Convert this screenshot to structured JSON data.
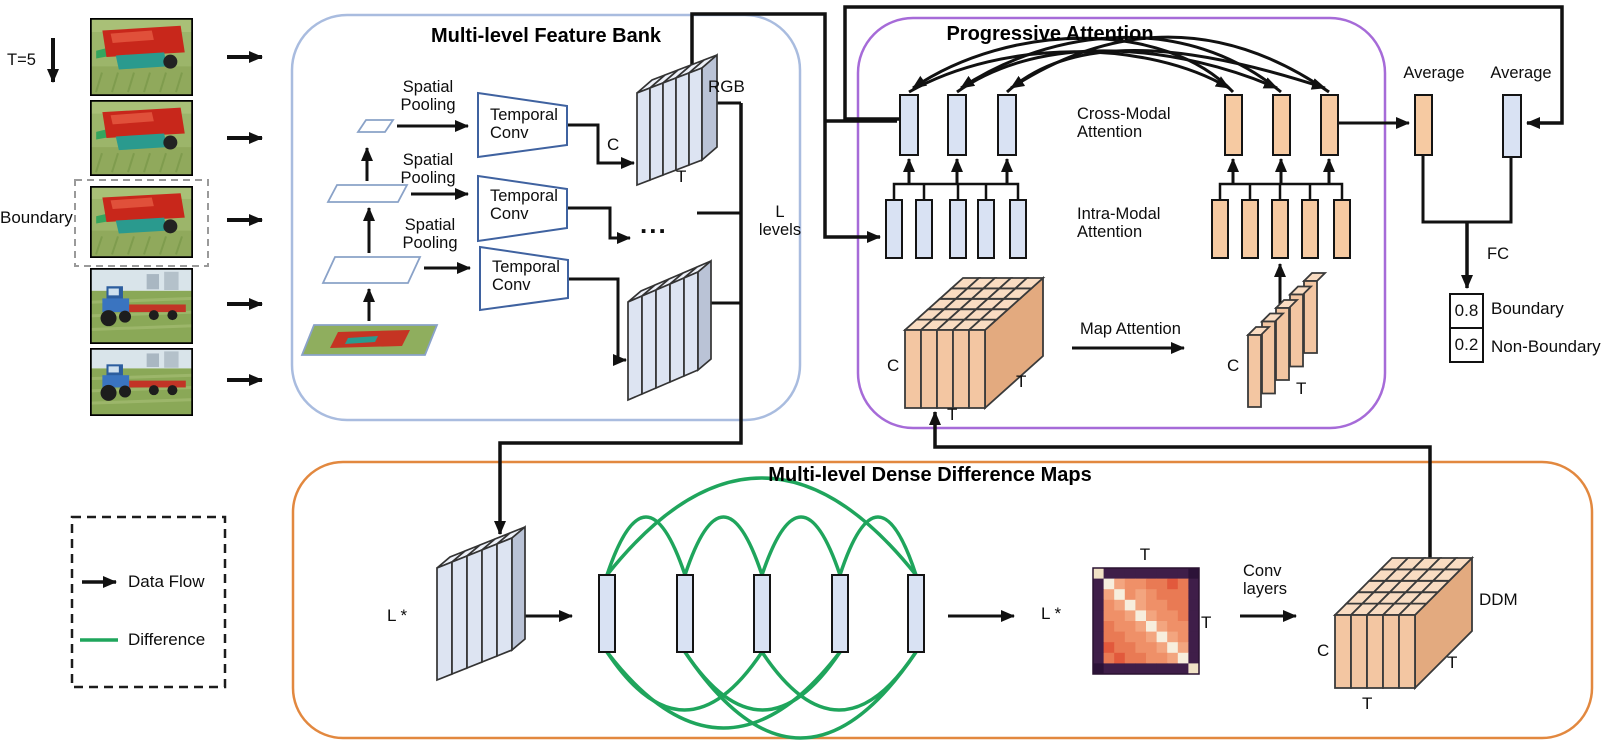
{
  "input": {
    "t_label": "T=5",
    "boundary_label": "Boundary",
    "frames": [
      {
        "scene": "mower"
      },
      {
        "scene": "mower"
      },
      {
        "scene": "mower"
      },
      {
        "scene": "tractor"
      },
      {
        "scene": "tractor"
      }
    ]
  },
  "feature_bank": {
    "title": "Multi-level Feature Bank",
    "pooling_label": "Spatial\nPooling",
    "conv_label": "Temporal\nConv",
    "c_label": "C",
    "t_label": "T",
    "rgb_label": "RGB",
    "ellipsis": "...",
    "l_levels_label": "L\nlevels",
    "stack_slats": 5
  },
  "progressive_attention": {
    "title": "Progressive Attention",
    "cross_modal_label": "Cross-Modal\nAttention",
    "intra_modal_label": "Intra-Modal\nAttention",
    "map_attention_label": "Map Attention",
    "cross_modal_count": 3,
    "intra_modal_count": 5,
    "cube": {
      "c": "C",
      "t_bottom": "T",
      "t_side": "T"
    },
    "slab": {
      "c": "C",
      "t": "T"
    }
  },
  "head": {
    "average_left": "Average",
    "average_right": "Average",
    "fc_label": "FC",
    "scores": [
      {
        "value": "0.8",
        "label": "Boundary"
      },
      {
        "value": "0.2",
        "label": "Non-Boundary"
      }
    ]
  },
  "ddm_module": {
    "title": "Multi-level Dense Difference Maps",
    "l_star_input": "L *",
    "l_star_maps": "L *",
    "levels": 5,
    "heatmap_t_top": "T",
    "heatmap_t_right": "T",
    "conv_label": "Conv\nlayers",
    "ddm_label": "DDM",
    "cube": {
      "c": "C",
      "t_bottom": "T",
      "t_side": "T"
    }
  },
  "legend": {
    "data_flow": "Data Flow",
    "difference": "Difference"
  },
  "colors": {
    "line": "#111111",
    "green": "#1fa55c",
    "box_blue": "#a9bcdf",
    "box_purple": "#a66bd8",
    "box_orange": "#e2883f",
    "bar_blue": "#d9e2f3",
    "bar_orange": "#f6caa2",
    "stack_front": "#dde4f2",
    "stack_top": "#eef1f9",
    "stack_side": "#bac3d6",
    "cube_front": "#f3c6a2",
    "cube_top": "#f9dcc2",
    "cube_side": "#e3aa7f",
    "trapezoid_stroke": "#3f62a0",
    "parallelogram_stroke": "#8aa2c8"
  },
  "heatmap": {
    "palette": {
      "-": "#3f1e49",
      "=": "#2c1238",
      "o": "#f7eedd",
      "x": "#f1e2c6",
      "a": "#e2593c",
      "b": "#e97a54",
      "c": "#ef9068",
      "d": "#f3a57f"
    },
    "grid": [
      "x--------=",
      "-odccbbab-",
      "-docdcbbb-",
      "-cdodccbb-",
      "-ccdodccb-",
      "-bccdodcc-",
      "-bbccdodc-",
      "-abbccdod-",
      "-babbccdo-",
      "=--------x"
    ]
  }
}
